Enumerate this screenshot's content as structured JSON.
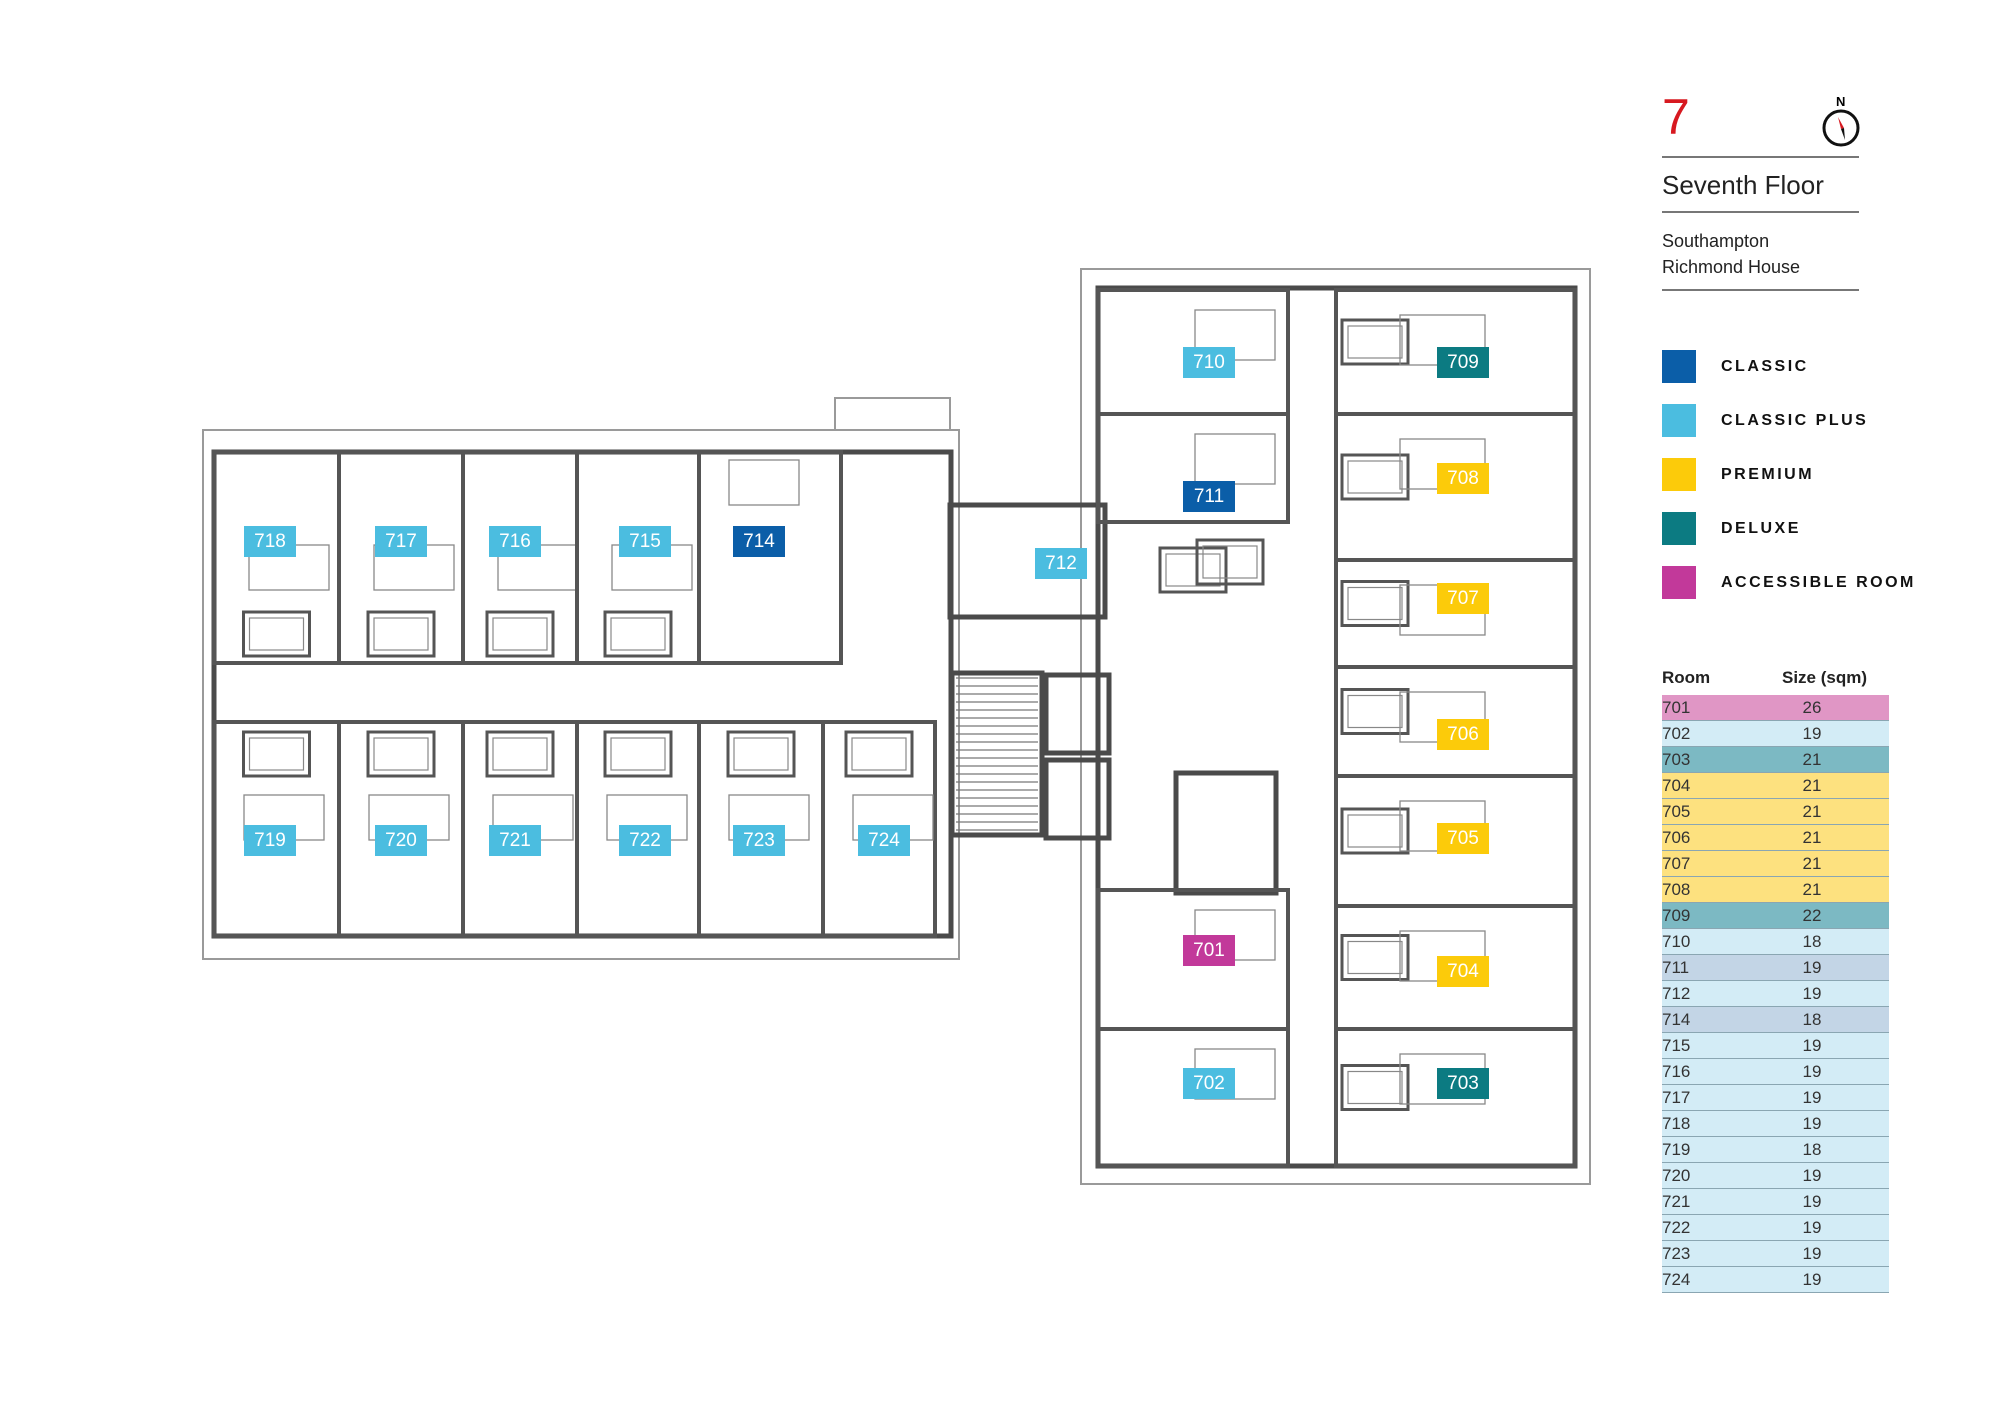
{
  "header": {
    "floor_number": "7",
    "floor_name": "Seventh Floor",
    "building_line1": "Southampton",
    "building_line2": "Richmond House",
    "compass_label": "N"
  },
  "legend": [
    {
      "key": "classic",
      "label": "CLASSIC",
      "color": "#0b5ea8"
    },
    {
      "key": "classic_plus",
      "label": "CLASSIC PLUS",
      "color": "#4bbde0"
    },
    {
      "key": "premium",
      "label": "PREMIUM",
      "color": "#fccb0a"
    },
    {
      "key": "deluxe",
      "label": "DELUXE",
      "color": "#0c7b82"
    },
    {
      "key": "accessible",
      "label": "ACCESSIBLE ROOM",
      "color": "#c2399a"
    }
  ],
  "row_colors": {
    "classic": "#c3d5e6",
    "classic_plus": "#d3ecf6",
    "premium": "#fde17f",
    "deluxe": "#7cb9c3",
    "accessible": "#e096c5"
  },
  "table": {
    "headers": [
      "Room",
      "Size (sqm)"
    ],
    "rows": [
      {
        "room": "701",
        "size": "26",
        "type": "accessible"
      },
      {
        "room": "702",
        "size": "19",
        "type": "classic_plus"
      },
      {
        "room": "703",
        "size": "21",
        "type": "deluxe"
      },
      {
        "room": "704",
        "size": "21",
        "type": "premium"
      },
      {
        "room": "705",
        "size": "21",
        "type": "premium"
      },
      {
        "room": "706",
        "size": "21",
        "type": "premium"
      },
      {
        "room": "707",
        "size": "21",
        "type": "premium"
      },
      {
        "room": "708",
        "size": "21",
        "type": "premium"
      },
      {
        "room": "709",
        "size": "22",
        "type": "deluxe"
      },
      {
        "room": "710",
        "size": "18",
        "type": "classic_plus"
      },
      {
        "room": "711",
        "size": "19",
        "type": "classic"
      },
      {
        "room": "712",
        "size": "19",
        "type": "classic_plus"
      },
      {
        "room": "714",
        "size": "18",
        "type": "classic"
      },
      {
        "room": "715",
        "size": "19",
        "type": "classic_plus"
      },
      {
        "room": "716",
        "size": "19",
        "type": "classic_plus"
      },
      {
        "room": "717",
        "size": "19",
        "type": "classic_plus"
      },
      {
        "room": "718",
        "size": "19",
        "type": "classic_plus"
      },
      {
        "room": "719",
        "size": "18",
        "type": "classic_plus"
      },
      {
        "room": "720",
        "size": "19",
        "type": "classic_plus"
      },
      {
        "room": "721",
        "size": "19",
        "type": "classic_plus"
      },
      {
        "room": "722",
        "size": "19",
        "type": "classic_plus"
      },
      {
        "room": "723",
        "size": "19",
        "type": "classic_plus"
      },
      {
        "room": "724",
        "size": "19",
        "type": "classic_plus"
      }
    ]
  }
}
